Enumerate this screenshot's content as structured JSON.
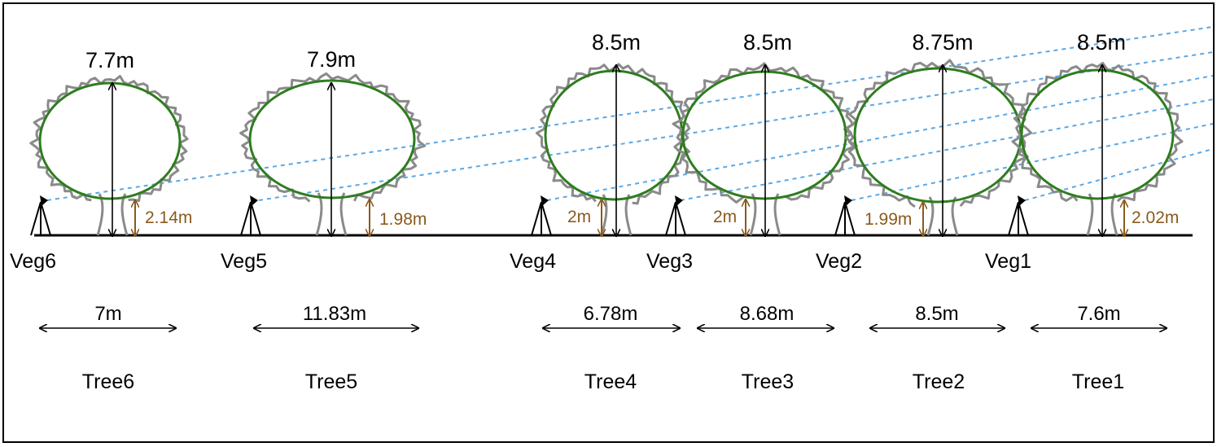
{
  "colors": {
    "canopy_ring": "#2e7d1f",
    "foliage": "#8a8a8a",
    "sight_line": "#5aa8e6",
    "trunk_dimension": "#8a5a1e",
    "ink": "#000000"
  },
  "icons": {
    "sensor": "tripod-icon",
    "canopy": "tree-canopy-icon"
  },
  "trees": [
    {
      "name": "Tree6",
      "height": "7.7m",
      "trunk_height": "2.14m",
      "width": "7m",
      "sensor": "Veg6"
    },
    {
      "name": "Tree5",
      "height": "7.9m",
      "trunk_height": "1.98m",
      "width": "11.83m",
      "sensor": "Veg5"
    },
    {
      "name": "Tree4",
      "height": "8.5m",
      "trunk_height": "2m",
      "width": "6.78m",
      "sensor": "Veg4"
    },
    {
      "name": "Tree3",
      "height": "8.5m",
      "trunk_height": "2m",
      "width": "8.68m",
      "sensor": "Veg3"
    },
    {
      "name": "Tree2",
      "height": "8.75m",
      "trunk_height": "1.99m",
      "width": "8.5m",
      "sensor": "Veg2"
    },
    {
      "name": "Tree1",
      "height": "8.5m",
      "trunk_height": "2.02m",
      "width": "7.6m",
      "sensor": "Veg1"
    }
  ]
}
